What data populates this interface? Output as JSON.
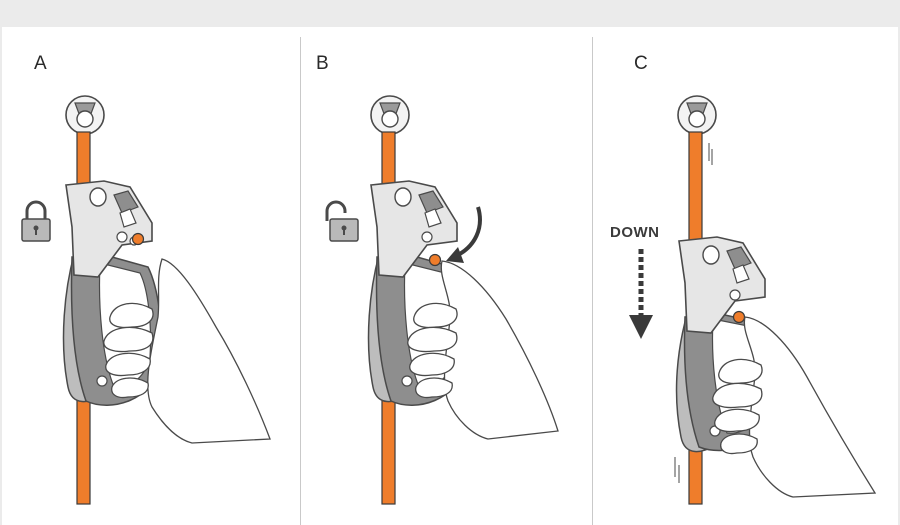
{
  "panels": [
    {
      "label": "A",
      "lock_state": "locked",
      "lock_icon": "padlock-closed-icon"
    },
    {
      "label": "B",
      "lock_state": "unlocked",
      "lock_icon": "padlock-open-icon"
    },
    {
      "label": "C",
      "direction_label": "DOWN",
      "direction_icon": "arrow-down-dashed-icon"
    }
  ],
  "colors": {
    "rope": "#ef7d2b",
    "rope_outline": "#3a3a3a",
    "device_light": "#e6e6e6",
    "device_mid": "#bdbdbd",
    "device_dark": "#8e8e8e",
    "outline": "#4a4a4a",
    "hand": "#ffffff",
    "lock_body": "#b9b9b9",
    "background": "#ffffff",
    "frame": "#ebebeb"
  }
}
